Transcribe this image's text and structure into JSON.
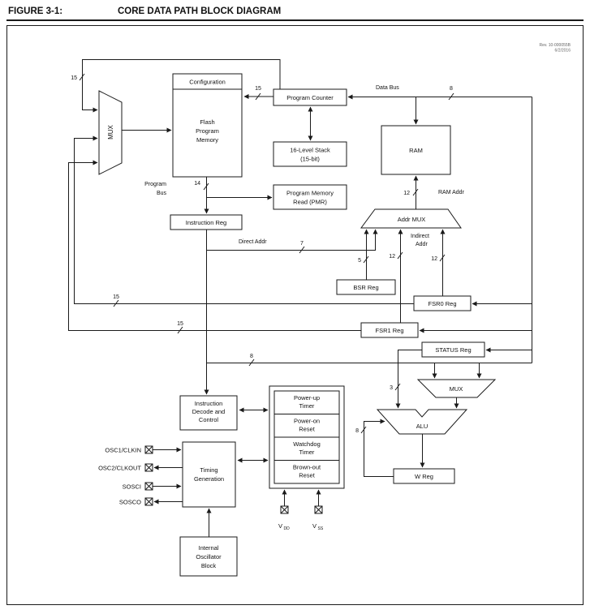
{
  "header": {
    "figure_label": "FIGURE 3-1:",
    "title": "CORE DATA PATH BLOCK DIAGRAM"
  },
  "revision": {
    "rev": "Rev. 10-000055B",
    "date": "6/2/2016"
  },
  "colors": {
    "line": "#1a1a1a",
    "background": "#ffffff"
  },
  "blocks": {
    "configuration": "Configuration",
    "flash": [
      "Flash",
      "Program",
      "Memory"
    ],
    "mux_left": "MUX",
    "program_counter": "Program Counter",
    "stack": [
      "16-Level Stack",
      "(15-bit)"
    ],
    "ram": "RAM",
    "pmr": [
      "Program Memory",
      "Read (PMR)"
    ],
    "instruction_reg": "Instruction Reg",
    "addr_mux": "Addr MUX",
    "bsr_reg": "BSR Reg",
    "fsr0_reg": "FSR0 Reg",
    "fsr1_reg": "FSR1 Reg",
    "status_reg": "STATUS Reg",
    "mux_right": "MUX",
    "alu": "ALU",
    "w_reg": "W Reg",
    "instruction_decode": [
      "Instruction",
      "Decode and",
      "Control"
    ],
    "timing_generation": [
      "Timing",
      "Generation"
    ],
    "internal_oscillator": [
      "Internal",
      "Oscillator",
      "Block"
    ],
    "reset_block": [
      [
        "Power-up",
        "Timer"
      ],
      [
        "Power-on",
        "Reset"
      ],
      [
        "Watchdog",
        "Timer"
      ],
      [
        "Brown-out",
        "Reset"
      ]
    ]
  },
  "labels": {
    "data_bus": "Data Bus",
    "program_bus": [
      "Program",
      "Bus"
    ],
    "ram_addr": "RAM Addr",
    "direct_addr": "Direct Addr",
    "indirect_addr": [
      "Indirect",
      "Addr"
    ]
  },
  "bus_widths": {
    "w15": "15",
    "w14": "14",
    "w12": "12",
    "w8": "8",
    "w7": "7",
    "w5": "5",
    "w3": "3"
  },
  "pins": {
    "osc1": "OSC1/CLKIN",
    "osc2": "OSC2/CLKOUT",
    "sosci": "SOSCI",
    "sosco": "SOSCO",
    "vdd": {
      "main": "V",
      "sub": "DD"
    },
    "vss": {
      "main": "V",
      "sub": "SS"
    }
  }
}
